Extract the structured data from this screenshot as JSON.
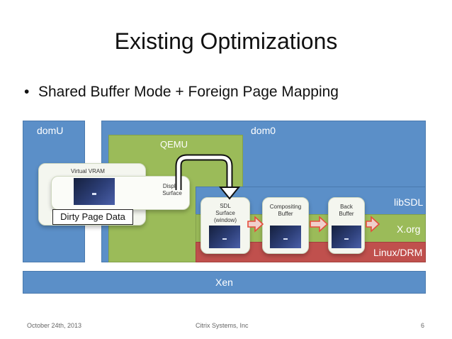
{
  "slide": {
    "title": "Existing Optimizations",
    "bullet": "Shared Buffer Mode + Foreign Page Mapping",
    "bullet_glyph": "•"
  },
  "diagram": {
    "domU": "domU",
    "dom0": "dom0",
    "qemu": "QEMU",
    "virtual_vram": "Virtual VRAM",
    "display_surface": [
      "Display",
      "Surface"
    ],
    "dirty_page_data": "Dirty Page Data",
    "sdl_surface": [
      "SDL",
      "Surface",
      "(window)"
    ],
    "compositing_buffer": [
      "Compositing",
      "Buffer"
    ],
    "back_buffer": [
      "Back",
      "Buffer"
    ],
    "libsdl": "libSDL",
    "xorg": "X.org",
    "linux_drm": "Linux/DRM",
    "xen": "Xen"
  },
  "colors": {
    "domain_blue": "#5b8fc8",
    "qemu_green": "#9bbb59",
    "drm_red": "#c0504d",
    "arrow_red": "#e64c3c"
  },
  "footer": {
    "date": "October 24th, 2013",
    "company": "Citrix Systems, Inc",
    "page": "6"
  }
}
